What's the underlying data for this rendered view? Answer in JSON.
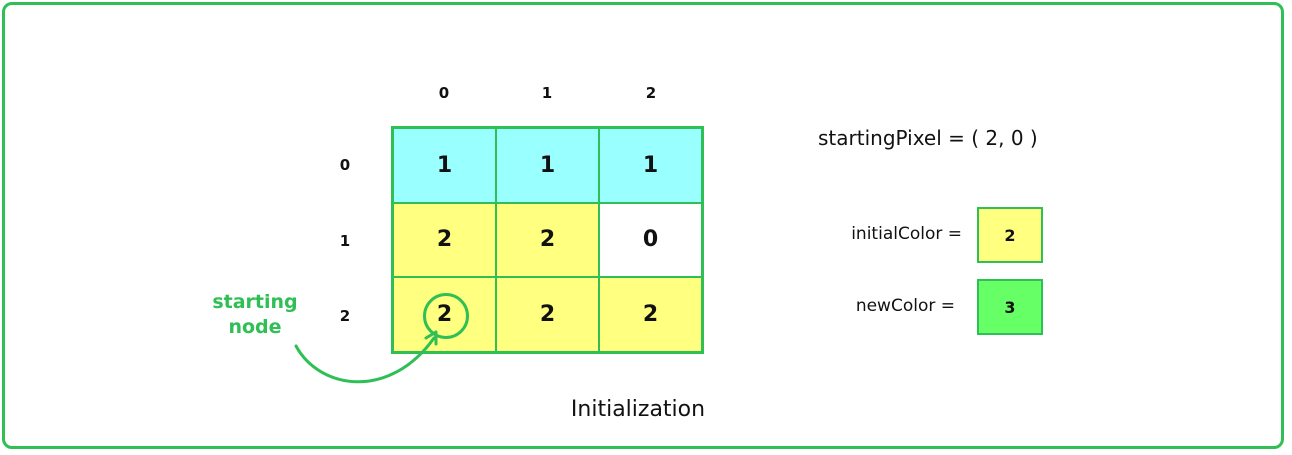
{
  "column_headers": [
    "0",
    "1",
    "2"
  ],
  "row_headers": [
    "0",
    "1",
    "2"
  ],
  "grid": [
    [
      {
        "value": "1",
        "color": "#99ffff"
      },
      {
        "value": "1",
        "color": "#99ffff"
      },
      {
        "value": "1",
        "color": "#99ffff"
      }
    ],
    [
      {
        "value": "2",
        "color": "#ffff80"
      },
      {
        "value": "2",
        "color": "#ffff80"
      },
      {
        "value": "0",
        "color": "#ffffff"
      }
    ],
    [
      {
        "value": "2",
        "color": "#ffff80"
      },
      {
        "value": "2",
        "color": "#ffff80"
      },
      {
        "value": "2",
        "color": "#ffff80"
      }
    ]
  ],
  "starting_node": {
    "label_line1": "starting",
    "label_line2": "node",
    "row": 2,
    "col": 0,
    "color": "#2fbf55"
  },
  "starting_pixel_text": "startingPixel = ( 2, 0 )",
  "initial_color": {
    "label": "initialColor =",
    "value": "2",
    "color": "#ffff80"
  },
  "new_color": {
    "label": "newColor =",
    "value": "3",
    "color": "#66ff66"
  },
  "caption": "Initialization",
  "colors": {
    "accent": "#2fbf55"
  }
}
